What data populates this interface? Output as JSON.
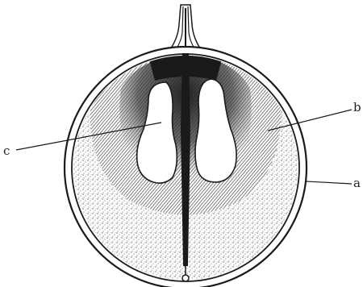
{
  "diagram": {
    "labels": {
      "a": "a",
      "b": "b",
      "c": "c"
    }
  },
  "colors": {
    "ink": "#1a1a1a",
    "background": "#ffffff"
  }
}
